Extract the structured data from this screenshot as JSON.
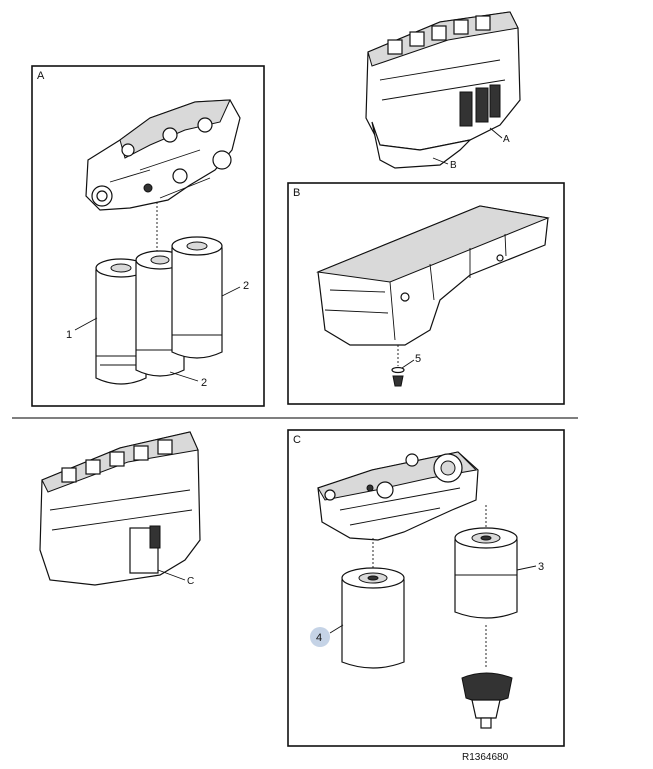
{
  "panels": {
    "a": {
      "letter": "A"
    },
    "b": {
      "letter": "B"
    },
    "c": {
      "letter": "C"
    }
  },
  "callouts": {
    "engine_top_a": "A",
    "engine_top_b": "B",
    "engine_bottom_c": "C",
    "filter_1": "1",
    "filter_2_upper": "2",
    "filter_2_lower": "2",
    "drain_plug_5": "5",
    "filter_3": "3",
    "filter_4": "4"
  },
  "reference_number": "R1364680",
  "colors": {
    "highlight_circle": "#c5d3e6",
    "separator": "#555555"
  }
}
